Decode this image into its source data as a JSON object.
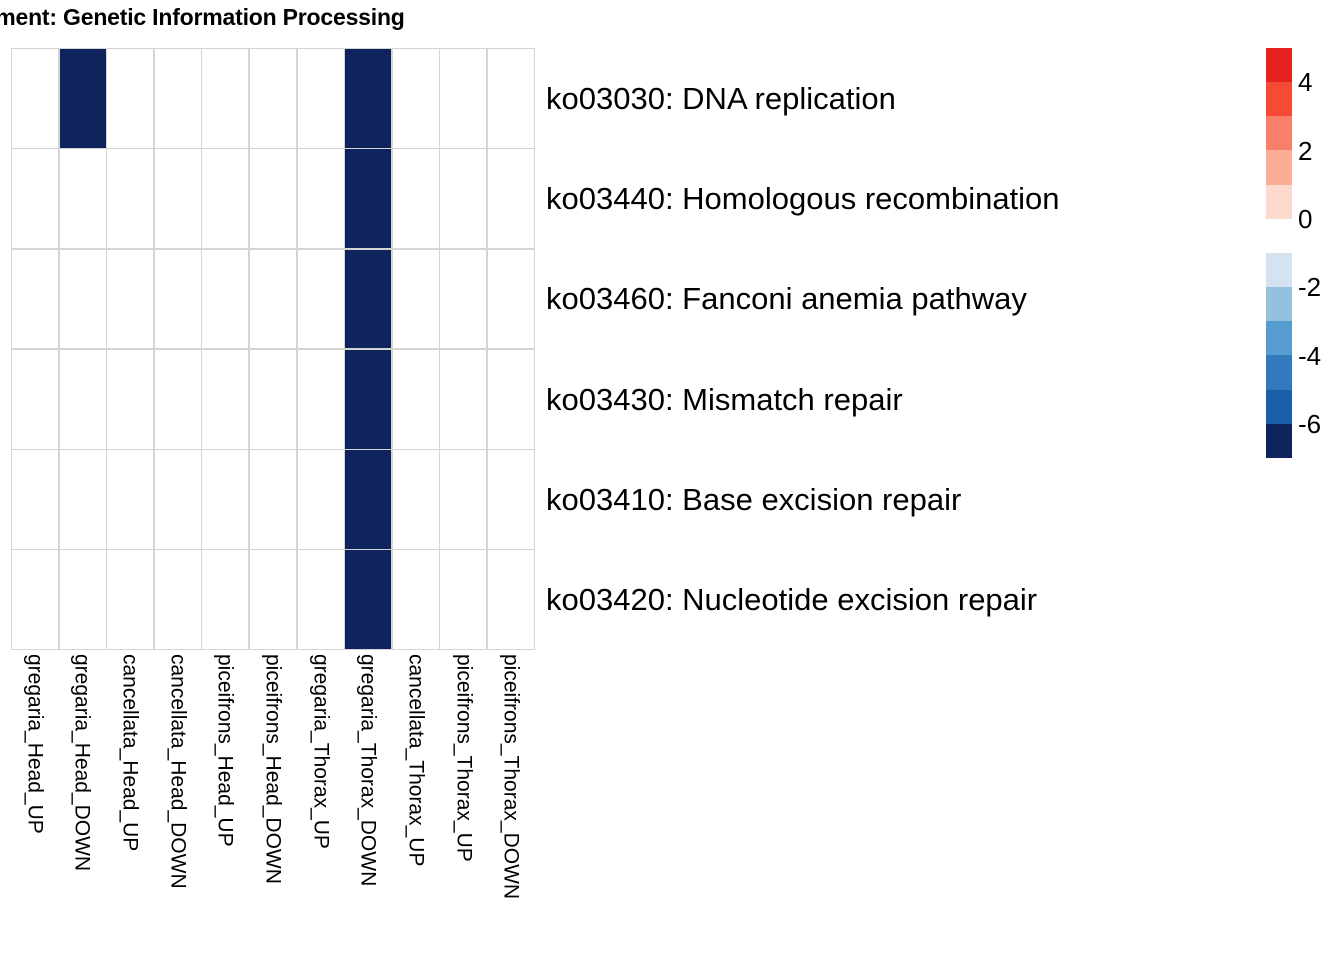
{
  "chart_data": {
    "type": "heatmap",
    "title": "nrichment: Genetic Information Processing",
    "title_full": "KEGG Enrichment: Genetic Information Processing",
    "xlabel": "",
    "ylabel": "",
    "grid": true,
    "legend_position": "right",
    "columns": [
      "gregaria_Head_UP",
      "gregaria_Head_DOWN",
      "cancellata_Head_UP",
      "cancellata_Head_DOWN",
      "piceifrons_Head_UP",
      "piceifrons_Head_DOWN",
      "gregaria_Thorax_UP",
      "gregaria_Thorax_DOWN",
      "cancellata_Thorax_UP",
      "piceifrons_Thorax_UP",
      "piceifrons_Thorax_DOWN"
    ],
    "rows": [
      "ko03030: DNA replication",
      "ko03440: Homologous recombination",
      "ko03460: Fanconi anemia pathway",
      "ko03430: Mismatch repair",
      "ko03410: Base excision repair",
      "ko03420: Nucleotide excision repair"
    ],
    "values": [
      [
        0,
        -6.5,
        0,
        0,
        0,
        0,
        0,
        -6.5,
        0,
        0,
        0
      ],
      [
        0,
        0,
        0,
        0,
        0,
        0,
        0,
        -6.5,
        0,
        0,
        0
      ],
      [
        0,
        0,
        0,
        0,
        0,
        0,
        0,
        -6.5,
        0,
        0,
        0
      ],
      [
        0,
        0,
        0,
        0,
        0,
        0,
        0,
        -6.5,
        0,
        0,
        0
      ],
      [
        0,
        0,
        0,
        0,
        0,
        0,
        0,
        -6.5,
        0,
        0,
        0
      ],
      [
        0,
        0,
        0,
        0,
        0,
        0,
        0,
        -6.5,
        0,
        0,
        0
      ]
    ],
    "zlim": [
      -7,
      5
    ],
    "colorbar": {
      "ticks": [
        4,
        2,
        0,
        -2,
        -4,
        -6
      ],
      "tick_labels": [
        "4",
        "2",
        "0",
        "-2",
        "-4",
        "-6"
      ],
      "blocks": [
        {
          "color": "#E6231F",
          "value_range": [
            4,
            5
          ]
        },
        {
          "color": "#F54B35",
          "value_range": [
            3,
            4
          ]
        },
        {
          "color": "#F8806A",
          "value_range": [
            2,
            3
          ]
        },
        {
          "color": "#F9AE95",
          "value_range": [
            1,
            2
          ]
        },
        {
          "color": "#FBD9CC",
          "value_range": [
            0,
            1
          ]
        },
        {
          "color": "#FFFFFF",
          "value_range": [
            -1,
            0
          ]
        },
        {
          "color": "#D5E2F1",
          "value_range": [
            -2,
            -1
          ]
        },
        {
          "color": "#95C1DE",
          "value_range": [
            -3,
            -2
          ]
        },
        {
          "color": "#579CCE",
          "value_range": [
            -4,
            -3
          ]
        },
        {
          "color": "#3279BD",
          "value_range": [
            -5,
            -4
          ]
        },
        {
          "color": "#1B5EAC",
          "value_range": [
            -6,
            -5
          ]
        },
        {
          "color": "#0F245C",
          "value_range": [
            -7,
            -6
          ]
        }
      ]
    },
    "cell_colors": {
      "empty": "#FFFFFF",
      "filled": "#0F245C",
      "gridline": "#D4D4D4"
    }
  }
}
